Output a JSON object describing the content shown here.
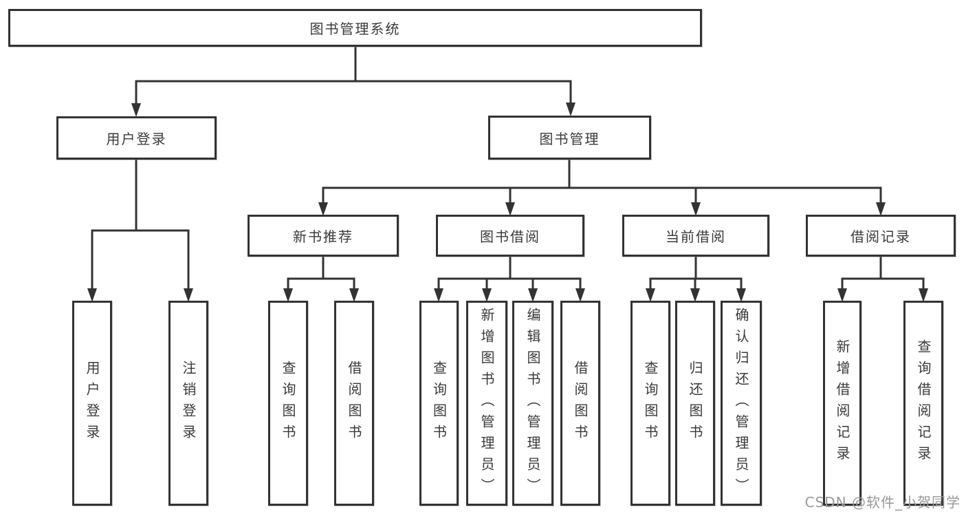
{
  "diagram_type": "hierarchy-tree",
  "colors": {
    "background": "#ffffff",
    "box_border": "#333333",
    "box_fill": "#ffffff",
    "line": "#333333",
    "text": "#3a3a3a",
    "watermark_text_color": "#999999"
  },
  "tree": {
    "label": "图书管理系统",
    "children": [
      {
        "label": "用户登录",
        "children": [
          {
            "label": "用户登录"
          },
          {
            "label": "注销登录"
          }
        ]
      },
      {
        "label": "图书管理",
        "children": [
          {
            "label": "新书推荐",
            "children": [
              {
                "label": "查询图书"
              },
              {
                "label": "借阅图书"
              }
            ]
          },
          {
            "label": "图书借阅",
            "children": [
              {
                "label": "查询图书"
              },
              {
                "label": "新增图书（管理员）"
              },
              {
                "label": "编辑图书（管理员）"
              },
              {
                "label": "借阅图书"
              }
            ]
          },
          {
            "label": "当前借阅",
            "children": [
              {
                "label": "查询图书"
              },
              {
                "label": "归还图书"
              },
              {
                "label": "确认归还（管理员）"
              }
            ]
          },
          {
            "label": "借阅记录",
            "children": [
              {
                "label": "新增借阅记录"
              },
              {
                "label": "查询借阅记录"
              }
            ]
          }
        ]
      }
    ]
  },
  "watermark": {
    "text": "CSDN @软件_小贺同学"
  }
}
